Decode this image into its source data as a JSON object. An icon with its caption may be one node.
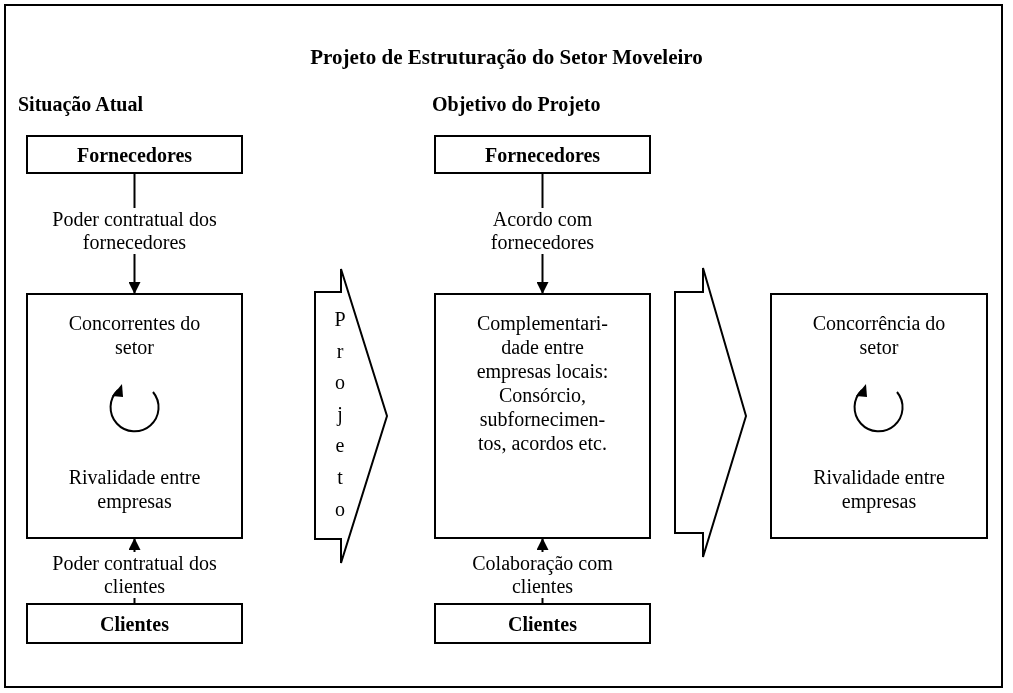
{
  "diagram": {
    "title": "Projeto de Estruturação do Setor Moveleiro",
    "nodes": [
      {
        "text": [
          "Fornecedores"
        ]
      },
      {
        "text": [
          "Concorrentes do setor",
          "Rivalidade entre empresas"
        ]
      },
      {
        "text": [
          "Clientes"
        ]
      },
      {
        "text": [
          "Projeto"
        ]
      },
      {
        "text": [
          "Fornecedores"
        ]
      },
      {
        "text": [
          "Complementari- dade entre empresas locais: Consórcio, subfornecimen- tos, acordos etc."
        ]
      },
      {
        "text": [
          "Clientes"
        ]
      },
      {
        "text": [
          "Concorrência do setor",
          "Rivalidade entre empresas"
        ]
      }
    ],
    "edges": [
      {
        "from": 0,
        "to": 1,
        "arrow": "to",
        "label": "Poder contratual dos fornecedores"
      },
      {
        "from": 2,
        "to": 1,
        "arrow": "to",
        "label": "Poder contratual dos clientes"
      },
      {
        "from": 4,
        "to": 5,
        "arrow": "to",
        "label": "Acordo com fornecedores"
      },
      {
        "from": 6,
        "to": 5,
        "arrow": "to",
        "label": "Colaboração com clientes"
      },
      {
        "from": 5,
        "to": 7,
        "arrow": "to",
        "style": "thick"
      }
    ],
    "labels": [
      "Situação Atual",
      "Objetivo do Projeto"
    ]
  }
}
